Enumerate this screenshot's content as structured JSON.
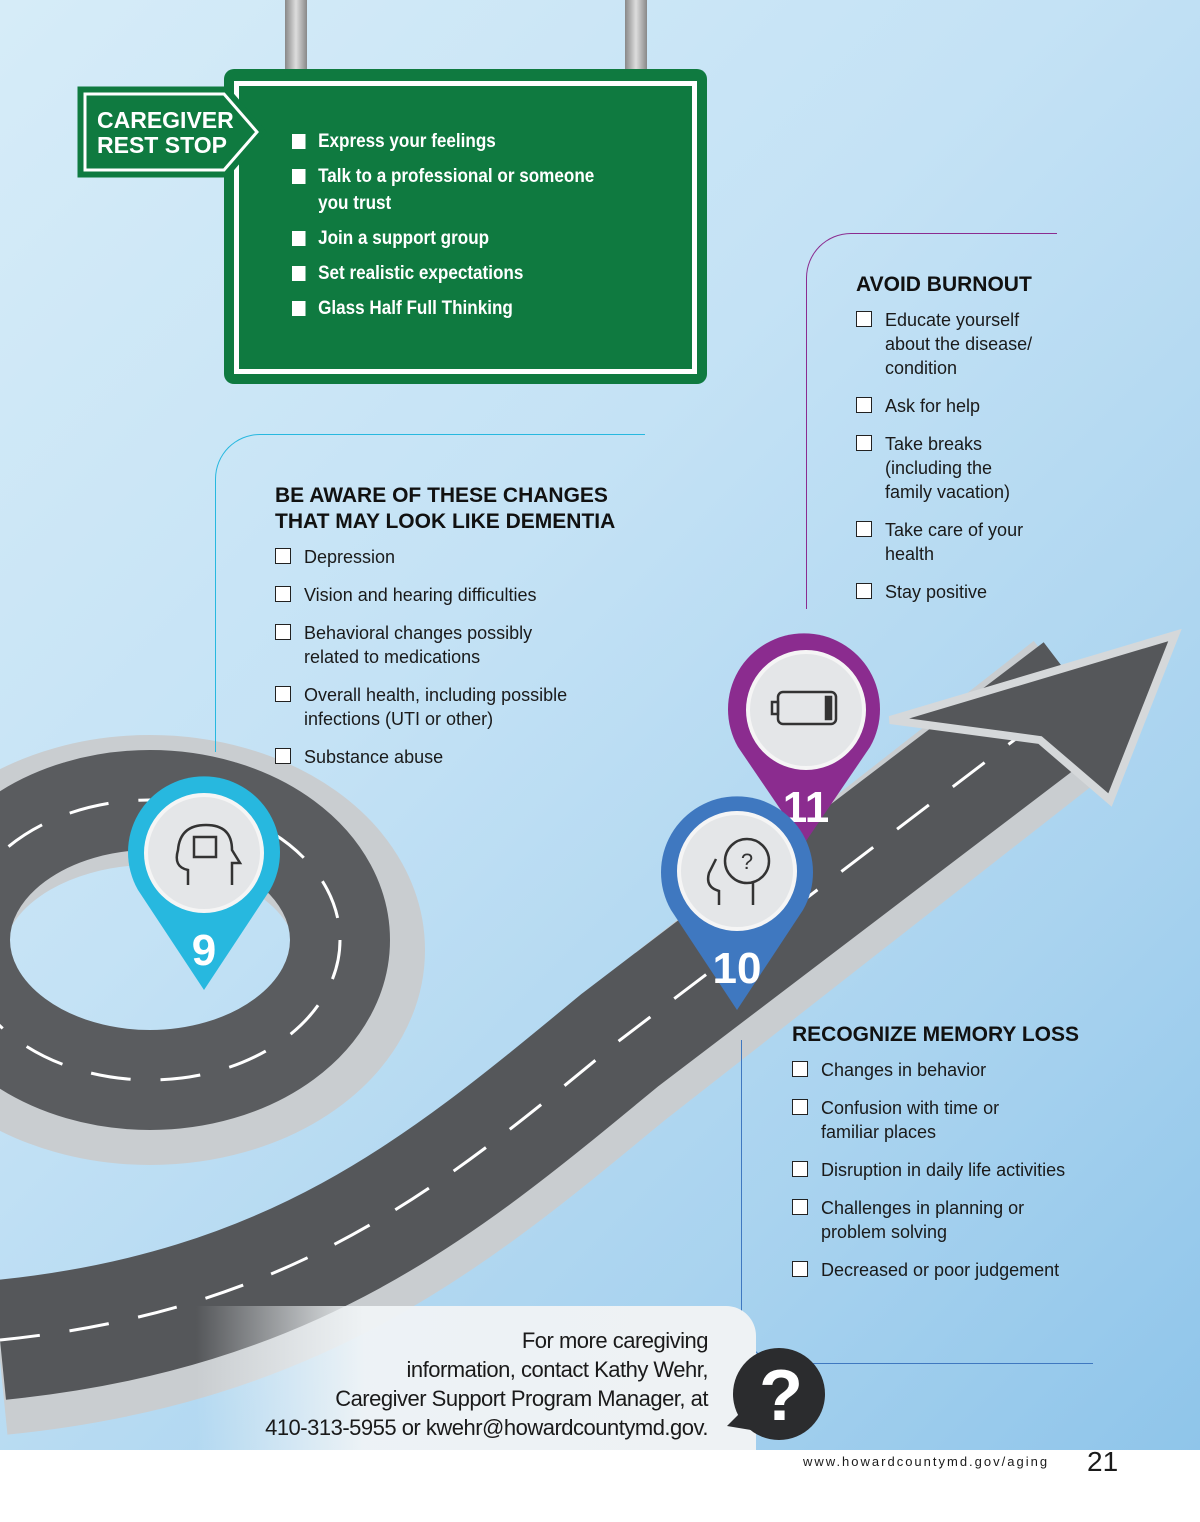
{
  "rest_stop": {
    "title_line1": "CAREGIVER",
    "title_line2": "REST STOP",
    "items": [
      "Express your feelings",
      "Talk to a professional or someone you trust",
      "Join a support group",
      "Set realistic expectations",
      "Glass Half Full Thinking"
    ]
  },
  "be_aware": {
    "title_line1": "BE AWARE OF THESE CHANGES",
    "title_line2": "THAT MAY LOOK LIKE DEMENTIA",
    "items": [
      "Depression",
      "Vision and hearing difficulties",
      "Behavioral changes possibly related to medications",
      "Overall health, including possible infections (UTI or other)",
      "Substance abuse"
    ]
  },
  "avoid_burnout": {
    "title": "AVOID BURNOUT",
    "items": [
      "Educate yourself about the disease/ condition",
      "Ask for help",
      "Take breaks (including the family vacation)",
      "Take care of your health",
      "Stay positive"
    ]
  },
  "recognize": {
    "title": "RECOGNIZE MEMORY LOSS",
    "items": [
      "Changes in behavior",
      "Confusion with time or familiar places",
      "Disruption in daily life activities",
      "Challenges in planning or problem solving",
      "Decreased or poor judgement"
    ]
  },
  "markers": [
    {
      "number": "9",
      "icon": "head-puzzle-icon",
      "color": "#27b8df"
    },
    {
      "number": "10",
      "icon": "head-question-icon",
      "color": "#3f78c0"
    },
    {
      "number": "11",
      "icon": "battery-low-icon",
      "color": "#8b2c8f"
    }
  ],
  "contact": {
    "line1": "For more caregiving",
    "line2": "information, contact Kathy Wehr,",
    "line3": "Caregiver Support Program Manager, at",
    "line4": "410-313-5955 or kwehr@howardcountymd.gov."
  },
  "footer": {
    "url": "www.howardcountymd.gov/aging",
    "page": "21"
  },
  "colors": {
    "sign_green": "#0f7a40",
    "cyan": "#27b8df",
    "blue": "#3f78c0",
    "purple": "#8b2c8f"
  }
}
